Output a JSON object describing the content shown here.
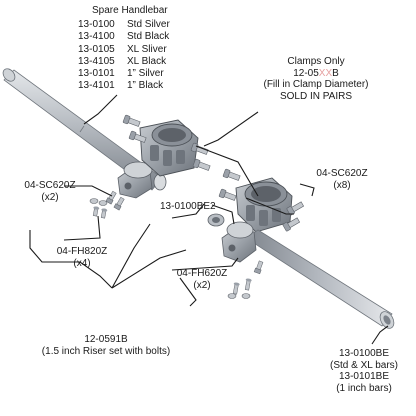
{
  "spare_handlebar": {
    "title": "Spare Handlebar",
    "items": [
      {
        "part": "13-0100",
        "desc": "Std Silver"
      },
      {
        "part": "13-4100",
        "desc": "Std Black"
      },
      {
        "part": "13-0105",
        "desc": "XL Sliver"
      },
      {
        "part": "13-4105",
        "desc": "XL Black"
      },
      {
        "part": "13-0101",
        "desc": "1” Silver"
      },
      {
        "part": "13-4101",
        "desc": "1” Black"
      }
    ]
  },
  "clamps": {
    "title": "Clamps Only",
    "part_prefix": "12-05",
    "part_placeholder": "XX",
    "part_suffix": "B",
    "note": "(Fill in Clamp Diameter)",
    "sold": "SOLD IN PAIRS"
  },
  "callouts": {
    "left_bolts": {
      "part": "04-SC620Z",
      "qty": "(x2)"
    },
    "right_bolts": {
      "part": "04-SC620Z",
      "qty": "(x8)"
    },
    "end_cap": {
      "part": "13-0100BE2"
    },
    "washers": {
      "part": "04-FH820Z",
      "qty": "(x4)"
    },
    "riser_bolts": {
      "part": "04-FH620Z",
      "qty": "(x2)"
    },
    "riser_set": {
      "part": "12-0591B",
      "desc": "(1.5 inch Riser set with bolts)"
    },
    "bar_end": {
      "part1": "13-0100BE",
      "desc1": "(Std & XL bars)",
      "part2": "13-0101BE",
      "desc2": "(1 inch bars)"
    }
  },
  "colors": {
    "metal": "#9aa0a8",
    "dark_metal": "#5c6168",
    "line": "#1a1a1a",
    "placeholder": "#e6a0a0"
  }
}
